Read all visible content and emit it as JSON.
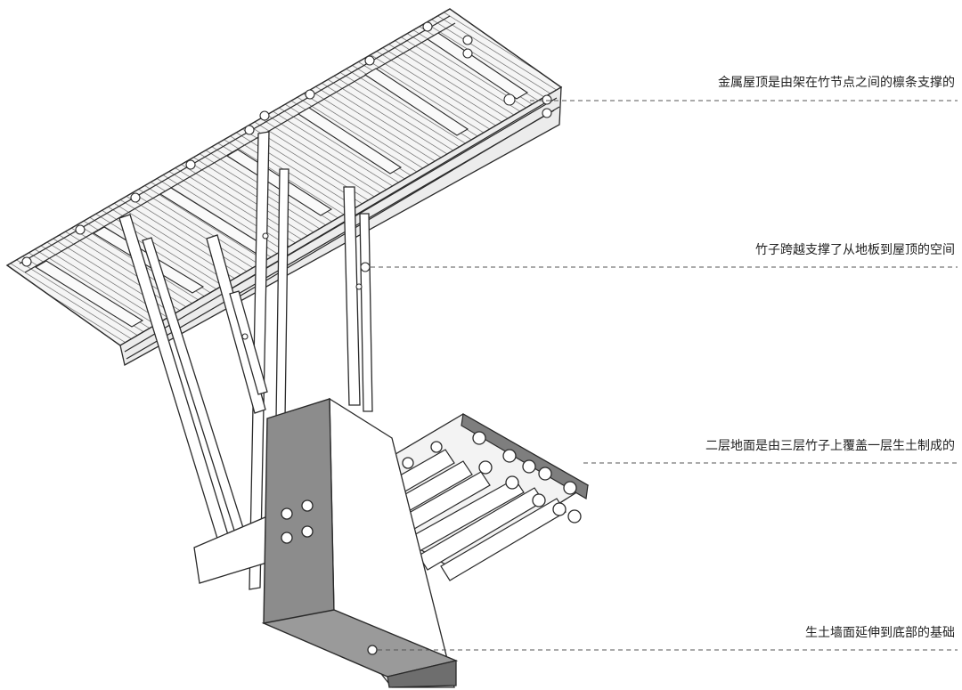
{
  "annotations": [
    {
      "id": "roof",
      "label": "金属屋顶是由架在竹节点之间的檩条支撑的"
    },
    {
      "id": "bamboo",
      "label": "竹子跨越支撑了从地板到屋顶的空间"
    },
    {
      "id": "floor",
      "label": "二层地面是由三层竹子上覆盖一层生土制成的"
    },
    {
      "id": "wall",
      "label": "生土墙面延伸到底部的基础"
    }
  ],
  "colors": {
    "line": "#2a2a2a",
    "dash": "#555555",
    "wall_front": "#8c8c8c",
    "wall_side": "#ffffff",
    "pole": "#ffffff",
    "roof_fill": "#f4f4f4"
  }
}
